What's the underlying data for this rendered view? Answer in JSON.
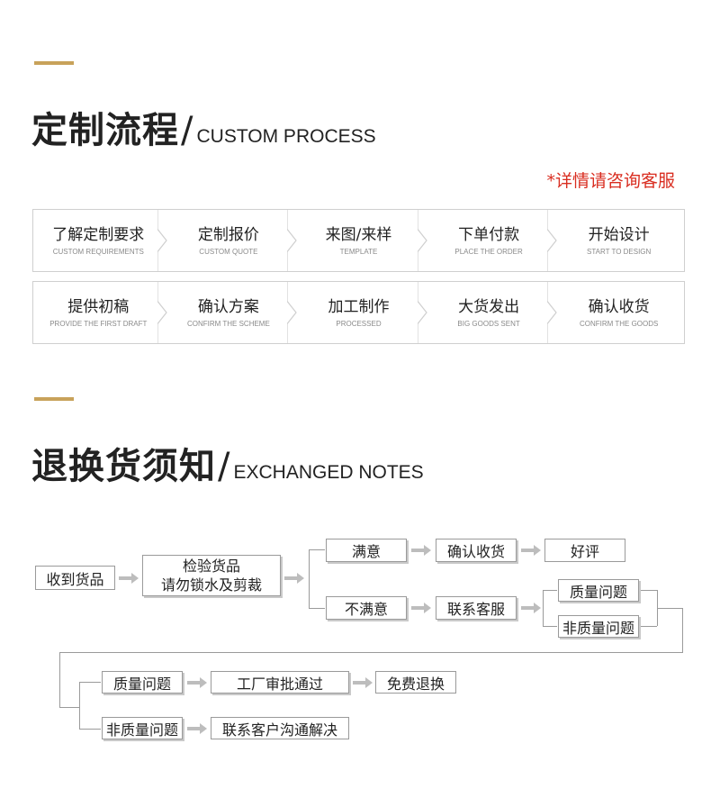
{
  "section1": {
    "title_cn": "定制流程",
    "slash": "/",
    "title_en": "CUSTOM PROCESS",
    "note": "*详情请咨询客服",
    "steps_row1": [
      {
        "cn": "了解定制要求",
        "en": "CUSTOM REQUIREMENTS"
      },
      {
        "cn": "定制报价",
        "en": "CUSTOM QUOTE"
      },
      {
        "cn": "来图/来样",
        "en": "TEMPLATE"
      },
      {
        "cn": "下单付款",
        "en": "PLACE THE ORDER"
      },
      {
        "cn": "开始设计",
        "en": "START TO DESIGN"
      }
    ],
    "steps_row2": [
      {
        "cn": "提供初稿",
        "en": "PROVIDE THE FIRST DRAFT"
      },
      {
        "cn": "确认方案",
        "en": "CONFIRM THE SCHEME"
      },
      {
        "cn": "加工制作",
        "en": "PROCESSED"
      },
      {
        "cn": "大货发出",
        "en": "BIG GOODS SENT"
      },
      {
        "cn": "确认收货",
        "en": "CONFIRM THE GOODS"
      }
    ]
  },
  "section2": {
    "title_cn": "退换货须知",
    "slash": "/",
    "title_en": "EXCHANGED NOTES",
    "flow": {
      "receive": "收到货品",
      "inspect_line1": "检验货品",
      "inspect_line2": "请勿锁水及剪裁",
      "satisfied": "满意",
      "confirm_receipt": "确认收货",
      "good_review": "好评",
      "unsatisfied": "不满意",
      "contact_service": "联系客服",
      "quality_issue": "质量问题",
      "non_quality_issue": "非质量问题",
      "quality_issue_2": "质量问题",
      "factory_review": "工厂审批通过",
      "free_exchange": "免费退换",
      "non_quality_issue_2": "非质量问题",
      "contact_resolve": "联系客户沟通解决"
    }
  },
  "colors": {
    "accent": "#c8a25a",
    "note_red": "#d92d20",
    "arrow_gray": "#bdbdbd",
    "border_gray": "#9a9a9a"
  }
}
